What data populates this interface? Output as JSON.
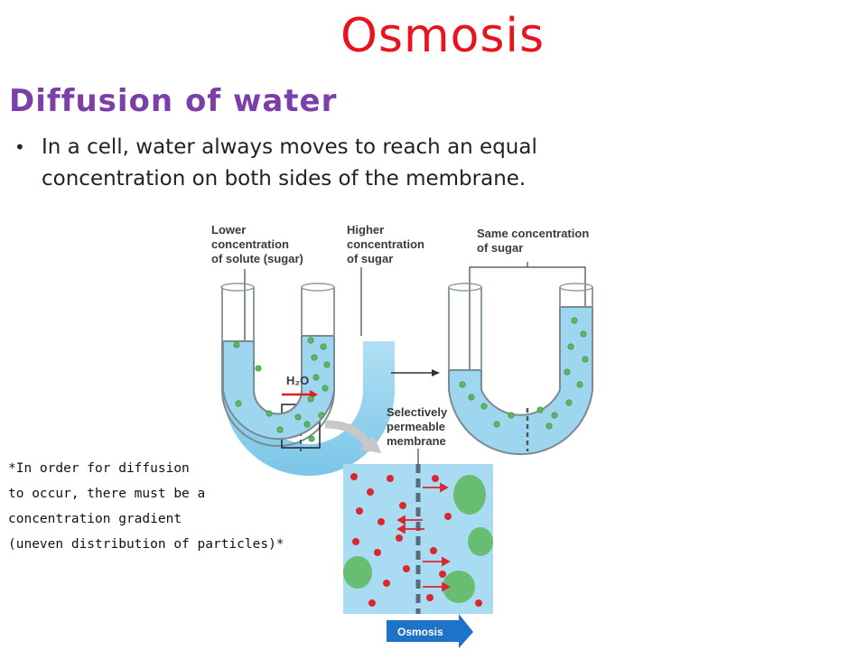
{
  "title": "Osmosis",
  "subtitle": "Diffusion of water",
  "bullet": {
    "line1": "In a cell, water always moves to reach an equal",
    "line2": "concentration on both sides of the membrane."
  },
  "diagram": {
    "left_label": [
      "Lower",
      "concentration",
      "of solute (sugar)"
    ],
    "right_label": [
      "Higher",
      "concentration",
      "of sugar"
    ],
    "same_label": [
      "Same concentration",
      "of sugar"
    ],
    "h2o_label": "H₂O",
    "membrane_label": [
      "Selectively",
      "permeable",
      "membrane"
    ],
    "osmosis_label": "Osmosis"
  },
  "note": {
    "line1": "*In order for diffusion",
    "line2": "to occur, there must be a",
    "line3": "concentration gradient",
    "line4": "(uneven distribution of particles)*"
  }
}
